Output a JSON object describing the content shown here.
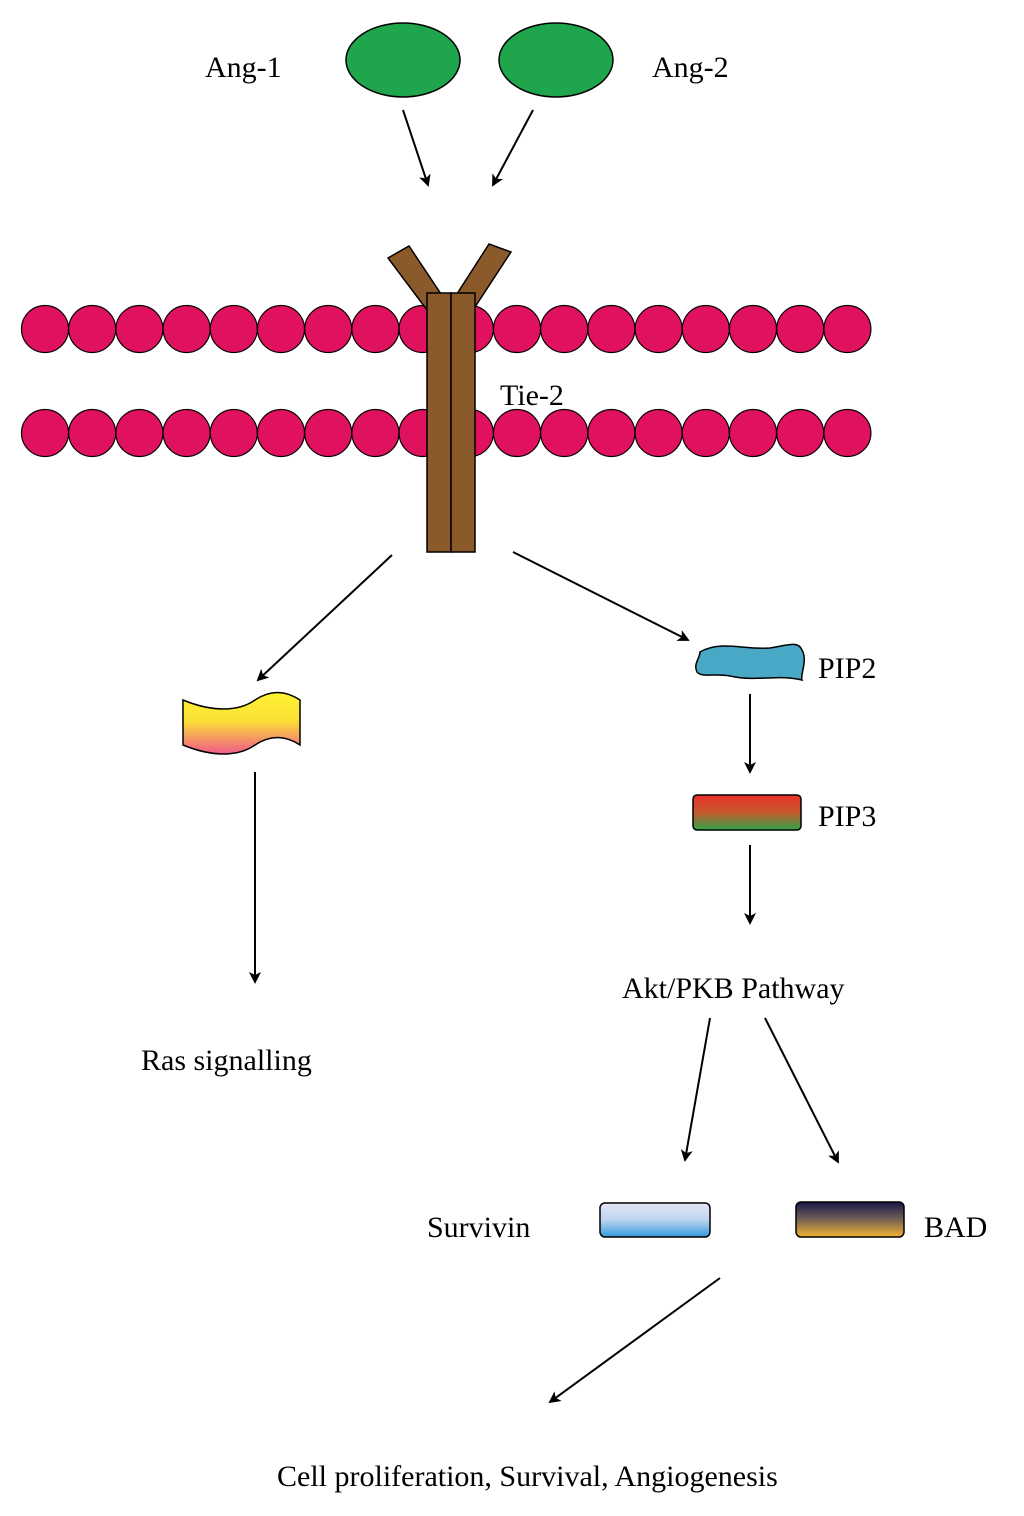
{
  "labels": {
    "ang1": "Ang-1",
    "ang2": "Ang-2",
    "tie2": "Tie-2",
    "pip2": "PIP2",
    "pip3": "PIP3",
    "akt": "Akt/PKB Pathway",
    "ras": "Ras signalling",
    "survivin": "Survivin",
    "bad": "BAD",
    "outcome": "Cell proliferation, Survival, Angiogenesis"
  },
  "colors": {
    "ligand": "#1fa54b",
    "membrane_bead": "#e0115f",
    "receptor": "#8b5a2b",
    "pip2": "#4aa8c7",
    "pip3_top": "#e8302a",
    "pip3_bottom": "#2fa347",
    "ras_top": "#fff233",
    "ras_bottom": "#f05a8c",
    "survivin_top": "#e6e6f5",
    "survivin_bottom": "#3399dd",
    "bad_top": "#1a1446",
    "bad_bottom": "#f2b233"
  }
}
